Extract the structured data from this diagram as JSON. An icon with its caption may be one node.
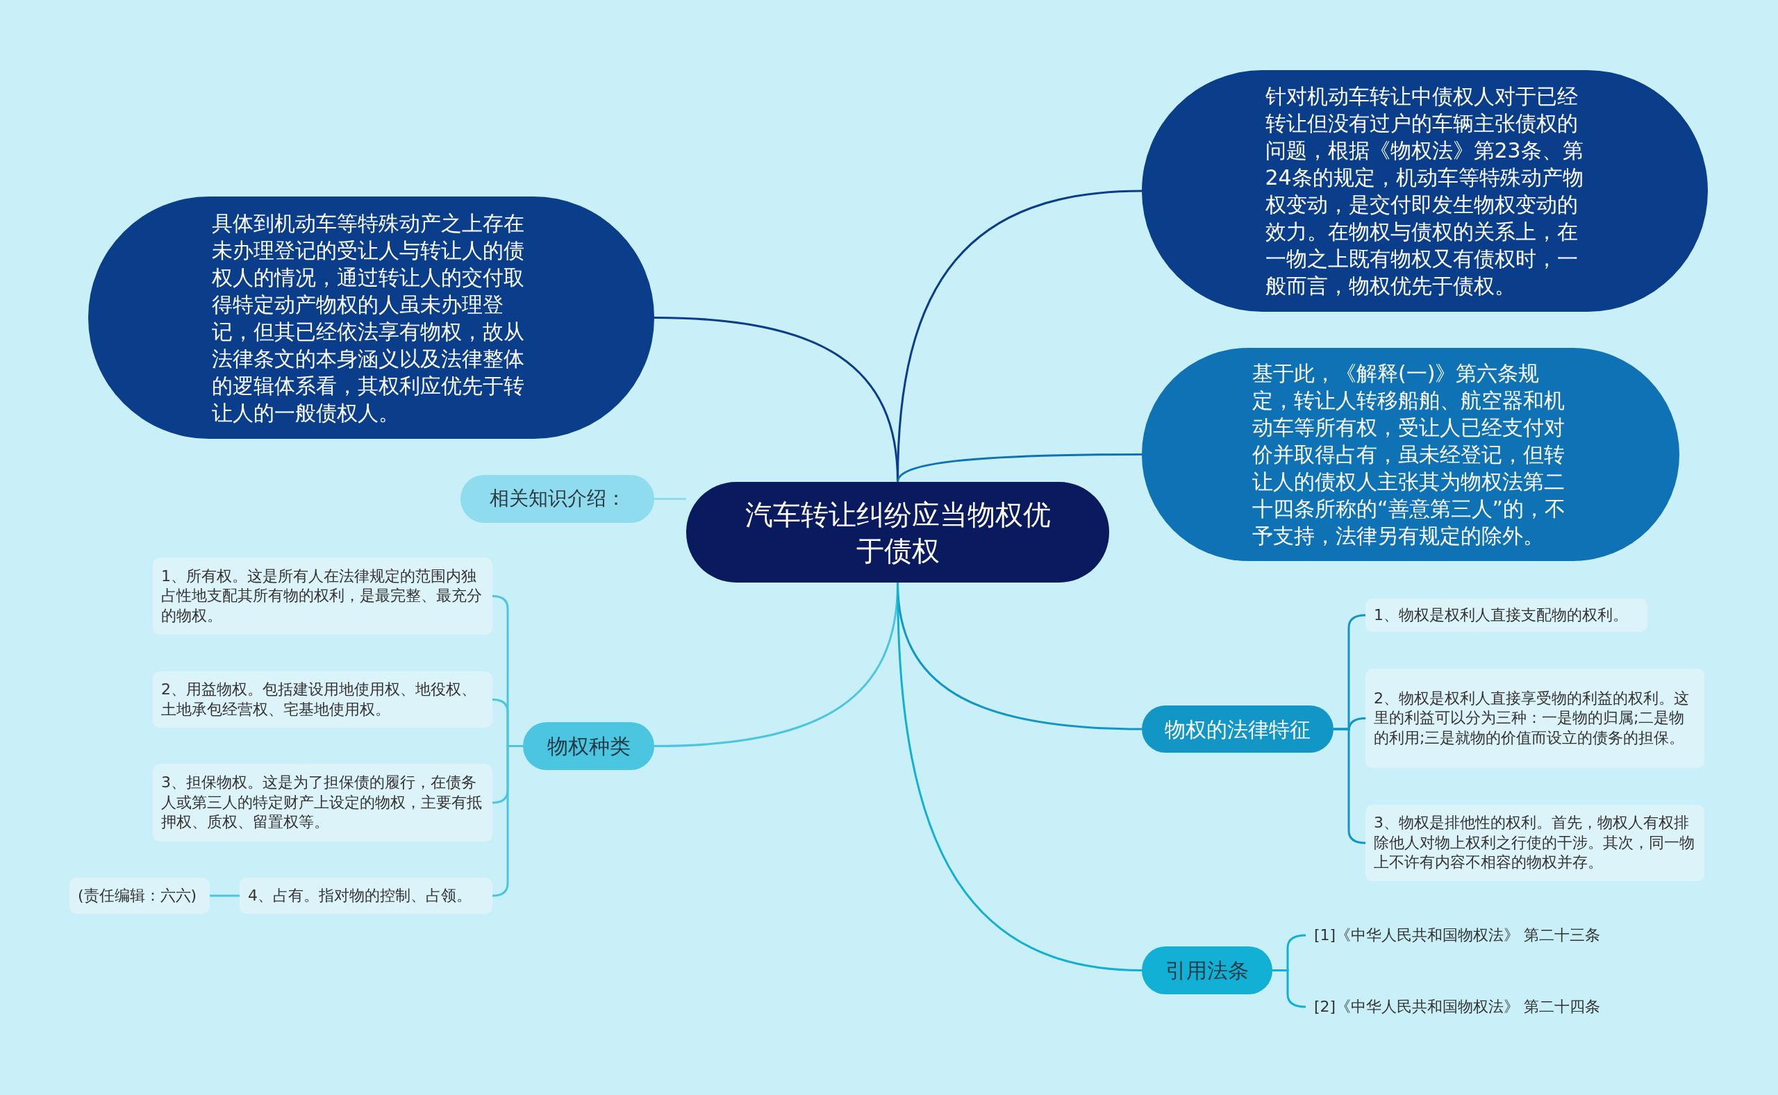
{
  "diagram": {
    "nodes": [
      {
        "text": [
          "汽车转让纠纷应当物权优于债权"
        ]
      },
      {
        "text": [
          "具体到机动车等特殊动产之上存在未办理登记的受让人与转让人的债权人的情况，通过转让人的交付取得特定动产物权的人虽未办理登记，但其已经依法享有物权，故从法律条文的本身涵义以及法律整体的逻辑体系看，其权利应优先于转让人的一般债权人。"
        ]
      },
      {
        "text": [
          "针对机动车转让中债权人对于已经转让但没有过户的车辆主张债权的问题，根据《物权法》第23条、第24条的规定，机动车等特殊动产物权变动，是交付即发生物权变动的效力。在物权与债权的关系上，在一物之上既有物权又有债权时，一般而言，物权优先于债权。"
        ]
      },
      {
        "text": [
          "基于此，《解释(一)》第六条规定，转让人转移船舶、航空器和机动车等所有权，受让人已经支付对价并取得占有，虽未经登记，但转让人的债权人主张其为物权法第二十四条所称的“善意第三人”的，不予支持，法律另有规定的除外。"
        ]
      },
      {
        "text": [
          "相关知识介绍："
        ]
      },
      {
        "text": [
          "物权种类"
        ]
      },
      {
        "text": [
          "1、所有权。这是所有人在法律规定的范围内独占性地支配其所有物的权利，是最完整、最充分的物权。"
        ]
      },
      {
        "text": [
          "2、用益物权。包括建设用地使用权、地役权、土地承包经营权、宅基地使用权。"
        ]
      },
      {
        "text": [
          "3、担保物权。这是为了担保债的履行，在债务人或第三人的特定财产上设定的物权，主要有抵押权、质权、留置权等。"
        ]
      },
      {
        "text": [
          "4、占有。指对物的控制、占领。"
        ]
      },
      {
        "text": [
          "(责任编辑：六六)"
        ]
      },
      {
        "text": [
          "物权的法律特征"
        ]
      },
      {
        "text": [
          "1、物权是权利人直接支配物的权利。"
        ]
      },
      {
        "text": [
          "2、物权是权利人直接享受物的利益的权利。这里的利益可以分为三种：一是物的归属;二是物的利用;三是就物的价值而设立的债务的担保。"
        ]
      },
      {
        "text": [
          "3、物权是排他性的权利。首先，物权人有权排除他人对物上权利之行使的干涉。其次，同一物上不许有内容不相容的物权并存。"
        ]
      },
      {
        "text": [
          "引用法条"
        ]
      },
      {
        "text": [
          "[1]《中华人民共和国物权法》 第二十三条"
        ]
      },
      {
        "text": [
          "[2]《中华人民共和国物权法》 第二十四条"
        ]
      }
    ],
    "edges": [
      {
        "from": 0,
        "to": 1,
        "arrow": "none",
        "color": "#0b3e8a"
      },
      {
        "from": 0,
        "to": 2,
        "arrow": "none",
        "color": "#0b3e8a"
      },
      {
        "from": 0,
        "to": 3,
        "arrow": "none",
        "color": "#0f72b5"
      },
      {
        "from": 0,
        "to": 4,
        "arrow": "none",
        "color": "#8fdcef"
      },
      {
        "from": 0,
        "to": 5,
        "arrow": "none"
      },
      {
        "from": 5,
        "to": 6,
        "arrow": "none"
      },
      {
        "from": 5,
        "to": 7,
        "arrow": "none"
      },
      {
        "from": 5,
        "to": 8,
        "arrow": "none"
      },
      {
        "from": 5,
        "to": 9,
        "arrow": "none"
      },
      {
        "from": 9,
        "to": 10,
        "arrow": "none"
      },
      {
        "from": 0,
        "to": 11,
        "arrow": "none",
        "color": "#1196c6"
      },
      {
        "from": 11,
        "to": 12,
        "arrow": "none",
        "color": "#1196c6"
      },
      {
        "from": 11,
        "to": 13,
        "arrow": "none",
        "color": "#1196c6"
      },
      {
        "from": 11,
        "to": 14,
        "arrow": "none",
        "color": "#1196c6"
      },
      {
        "from": 0,
        "to": 15,
        "arrow": "none",
        "color": "#13b0d6"
      },
      {
        "from": 15,
        "to": 16,
        "arrow": "none",
        "color": "#13b0d6"
      },
      {
        "from": 15,
        "to": 17,
        "arrow": "none",
        "color": "#13b0d6"
      }
    ]
  }
}
